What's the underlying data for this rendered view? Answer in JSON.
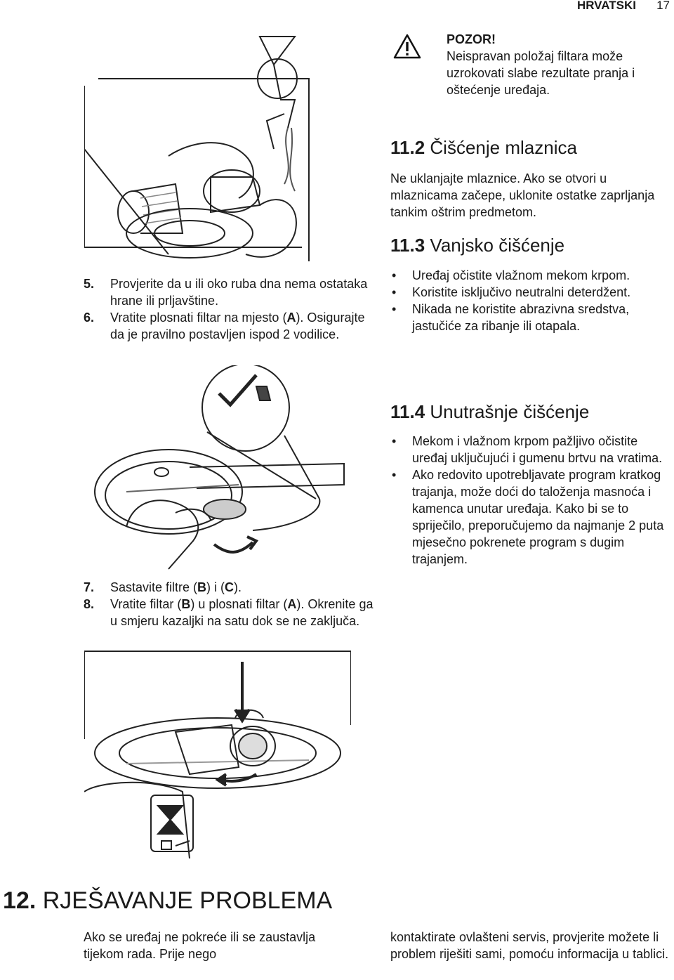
{
  "header": {
    "language": "HRVATSKI",
    "page_number": "17"
  },
  "steps_left": [
    {
      "num": "5.",
      "text": "Provjerite da u ili oko ruba dna nema ostataka hrane ili prljavštine."
    },
    {
      "num": "6.",
      "text_before": "Vratite plosnati filtar na mjesto (",
      "letter": "A",
      "text_after": "). Osigurajte da je pravilno postavljen ispod 2 vodilice."
    },
    {
      "num": "7.",
      "text_before": "Sastavite filtre (",
      "letter1": "B",
      "text_mid": ") i (",
      "letter2": "C",
      "text_after": ")."
    },
    {
      "num": "8.",
      "text_before": "Vratite filtar (",
      "letter1": "B",
      "text_mid": ") u plosnati filtar (",
      "letter2": "A",
      "text_after": "). Okrenite ga u smjeru kazaljki na satu dok se ne zaključa."
    }
  ],
  "warning": {
    "title": "POZOR!",
    "text": "Neispravan položaj filtara može uzrokovati slabe rezultate pranja i oštećenje uređaja."
  },
  "section_11_2": {
    "num": "11.2",
    "title": "Čišćenje mlaznica",
    "text": "Ne uklanjajte mlaznice. Ako se otvori u mlaznicama začepe, uklonite ostatke zaprljanja tankim oštrim predmetom."
  },
  "section_11_3": {
    "num": "11.3",
    "title": "Vanjsko čišćenje",
    "bullets": [
      "Uređaj očistite vlažnom mekom krpom.",
      "Koristite isključivo neutralni deterdžent.",
      "Nikada ne koristite abrazivna sredstva, jastučiće za ribanje ili otapala."
    ]
  },
  "section_11_4": {
    "num": "11.4",
    "title": "Unutrašnje čišćenje",
    "bullets": [
      "Mekom i vlažnom krpom pažljivo očistite uređaj uključujući i gumenu brtvu na vratima.",
      "Ako redovito upotrebljavate program kratkog trajanja, može doći do taloženja masnoća i kamenca unutar uređaja. Kako bi se to spriječilo, preporučujemo da najmanje 2 puta mjesečno pokrenete program s dugim trajanjem."
    ]
  },
  "chapter_12": {
    "num": "12.",
    "title": "RJEŠAVANJE PROBLEMA",
    "text_left": "Ako se uređaj ne pokreće ili se zaustavlja tijekom rada. Prije nego",
    "text_right": "kontaktirate ovlašteni servis, provjerite možete li problem riješiti sami, pomoću informacija u tablici."
  },
  "figures": {
    "rinse": "filter-rinse-illustration",
    "flat_filter": "flat-filter-illustration",
    "lock_filter": "filter-lock-illustration"
  },
  "icons": {
    "warning": "warning-triangle-icon"
  }
}
